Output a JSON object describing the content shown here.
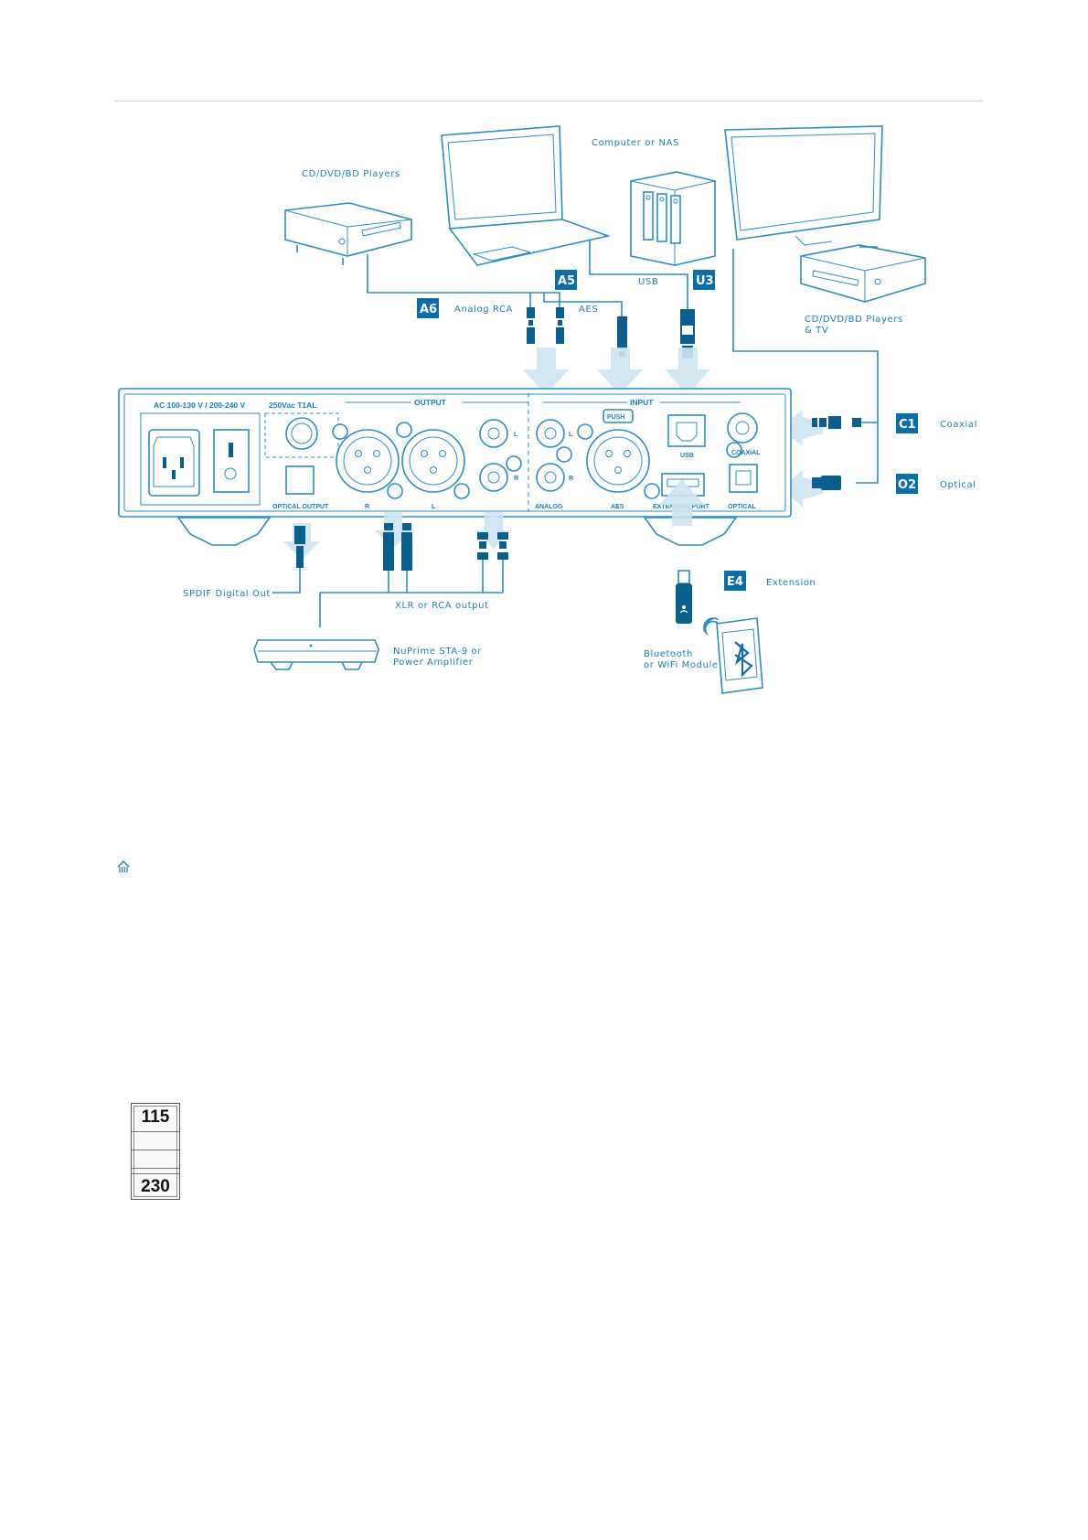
{
  "colors": {
    "accent": "#1a7fb5",
    "badge": "#0b6ea8",
    "arrow": "#cde4f1"
  },
  "sources": {
    "cd_players_top": "CD/DVD/BD Players",
    "computer_nas": "Computer or NAS",
    "cd_players_tv_line1": "CD/DVD/BD Players",
    "cd_players_tv_line2": "& TV"
  },
  "cable_labels": {
    "analog_rca": "Analog RCA",
    "aes": "AES",
    "usb": "USB",
    "coaxial": "Coaxial",
    "optical": "Optical",
    "extension": "Extension"
  },
  "badges": {
    "a6": "A6",
    "a5": "A5",
    "u3": "U3",
    "c1": "C1",
    "o2": "O2",
    "e4": "E4"
  },
  "panel": {
    "ac": "AC 100-130 V / 200-240 V",
    "fuse": "250Vac T1AL",
    "output": "OUTPUT",
    "input": "INPUT",
    "push": "PUSH",
    "optical_output": "OPTICAL OUTPUT",
    "r": "R",
    "l": "L",
    "analog": "ANALOG",
    "aes": "AES",
    "usb": "USB",
    "coaxial": "COAXIAL",
    "extension_port": "EXTENSION PORT",
    "optical": "OPTICAL"
  },
  "outputs": {
    "spdif": "SPDIF Digital Out",
    "xlr_rca": "XLR or RCA output",
    "amp_line1": "NuPrime STA-9 or",
    "amp_line2": "Power Amplifier",
    "bt_line1": "Bluetooth",
    "bt_line2": "or WiFi Module"
  },
  "voltage_selector": {
    "top": "115",
    "bottom": "230"
  },
  "icons": [
    "home-icon",
    "bluetooth-icon",
    "wifi-icon",
    "usb-icon"
  ]
}
